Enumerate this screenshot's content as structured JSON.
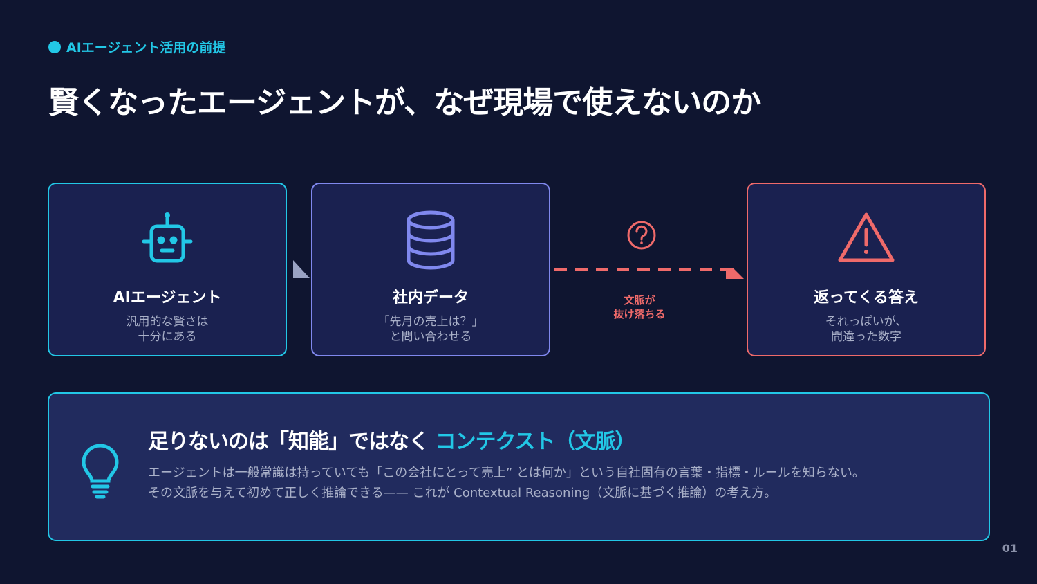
{
  "kicker": "AIエージェント活用の前提",
  "title": "賢くなったエージェントが、なぜ現場で使えないのか",
  "cards": [
    {
      "name": "AIエージェント",
      "desc_line1": "汎用的な賢さは",
      "desc_line2": "十分にある",
      "icon": "robot-icon",
      "color": "#22c7e6"
    },
    {
      "name": "社内データ",
      "desc_line1": "「先月の売上は？」",
      "desc_line2": "と問い合わせる",
      "icon": "database-icon",
      "color": "#8088ee"
    },
    {
      "name": "返ってくる答え",
      "desc_line1": "それっぽいが、",
      "desc_line2": "間違った数字",
      "icon": "warning-icon",
      "color": "#ef6a6a"
    }
  ],
  "connector": {
    "label_line1": "文脈が",
    "label_line2": "抜け落ちる",
    "icon": "question-icon",
    "color": "#ef6a6a"
  },
  "insight": {
    "headline": "足りないのは「知能」ではなく",
    "headline_accent": "コンテクスト（文脈）",
    "body_line1": "エージェントは一般常識は持っていても「この会社にとって売上” とは何か」という自社固有の言葉・指標・ルールを知らない。",
    "body_line2": "その文脈を与えて初めて正しく推論できる—— これが Contextual Reasoning（文脈に基づく推論）の考え方。",
    "icon": "lightbulb-icon"
  },
  "page_number": "01",
  "colors": {
    "background": "#0f1530",
    "accent": "#22c7e6",
    "data": "#8088ee",
    "error": "#ef6a6a"
  }
}
